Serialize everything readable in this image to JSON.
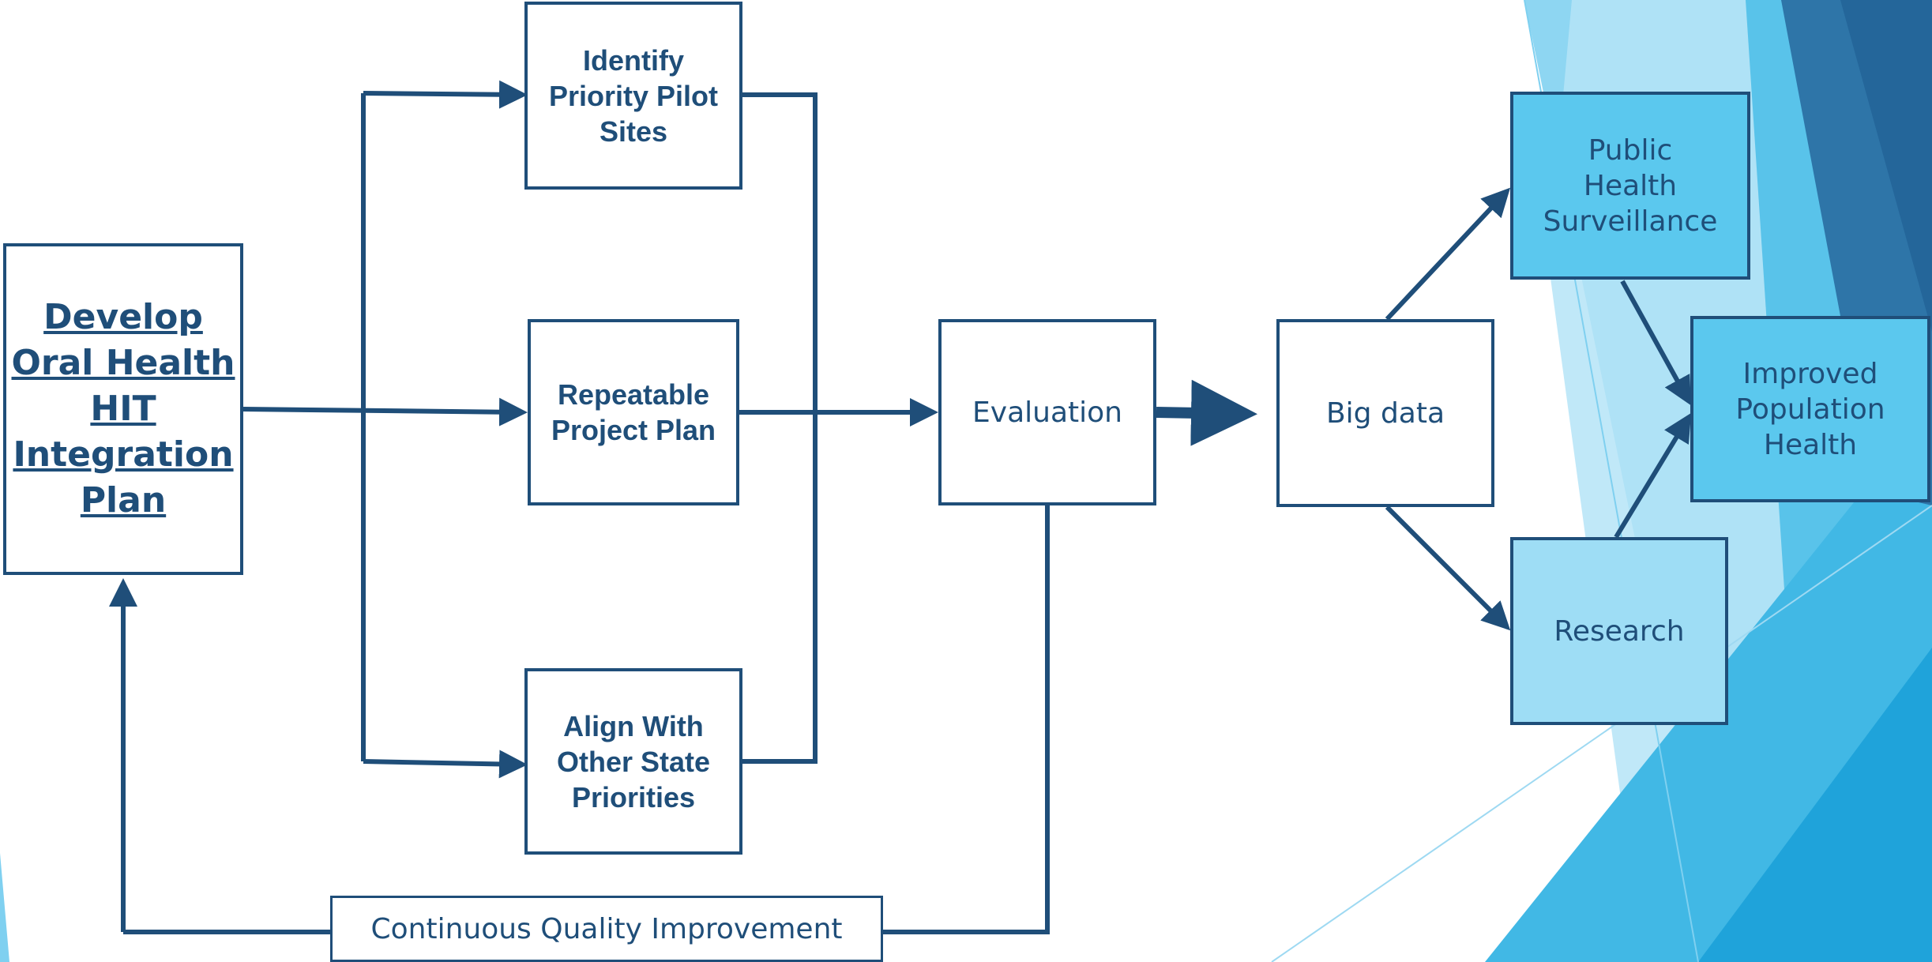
{
  "colors": {
    "line": "#1F4E79",
    "text": "#1F4E79",
    "surveillance_fill": "#5BC8EE",
    "research_fill": "#9EDDF5"
  },
  "nodes": {
    "develop": "Develop\nOral Health\nHIT\nIntegration\nPlan",
    "identify": "Identify\nPriority Pilot\nSites",
    "repeatable": "Repeatable\nProject Plan",
    "align": "Align With\nOther State\nPriorities",
    "evaluation": "Evaluation",
    "big_data": "Big data",
    "public_health": "Public\nHealth\nSurveillance",
    "improved": "Improved\nPopulation\nHealth",
    "research": "Research",
    "cqi": "Continuous Quality Improvement"
  }
}
